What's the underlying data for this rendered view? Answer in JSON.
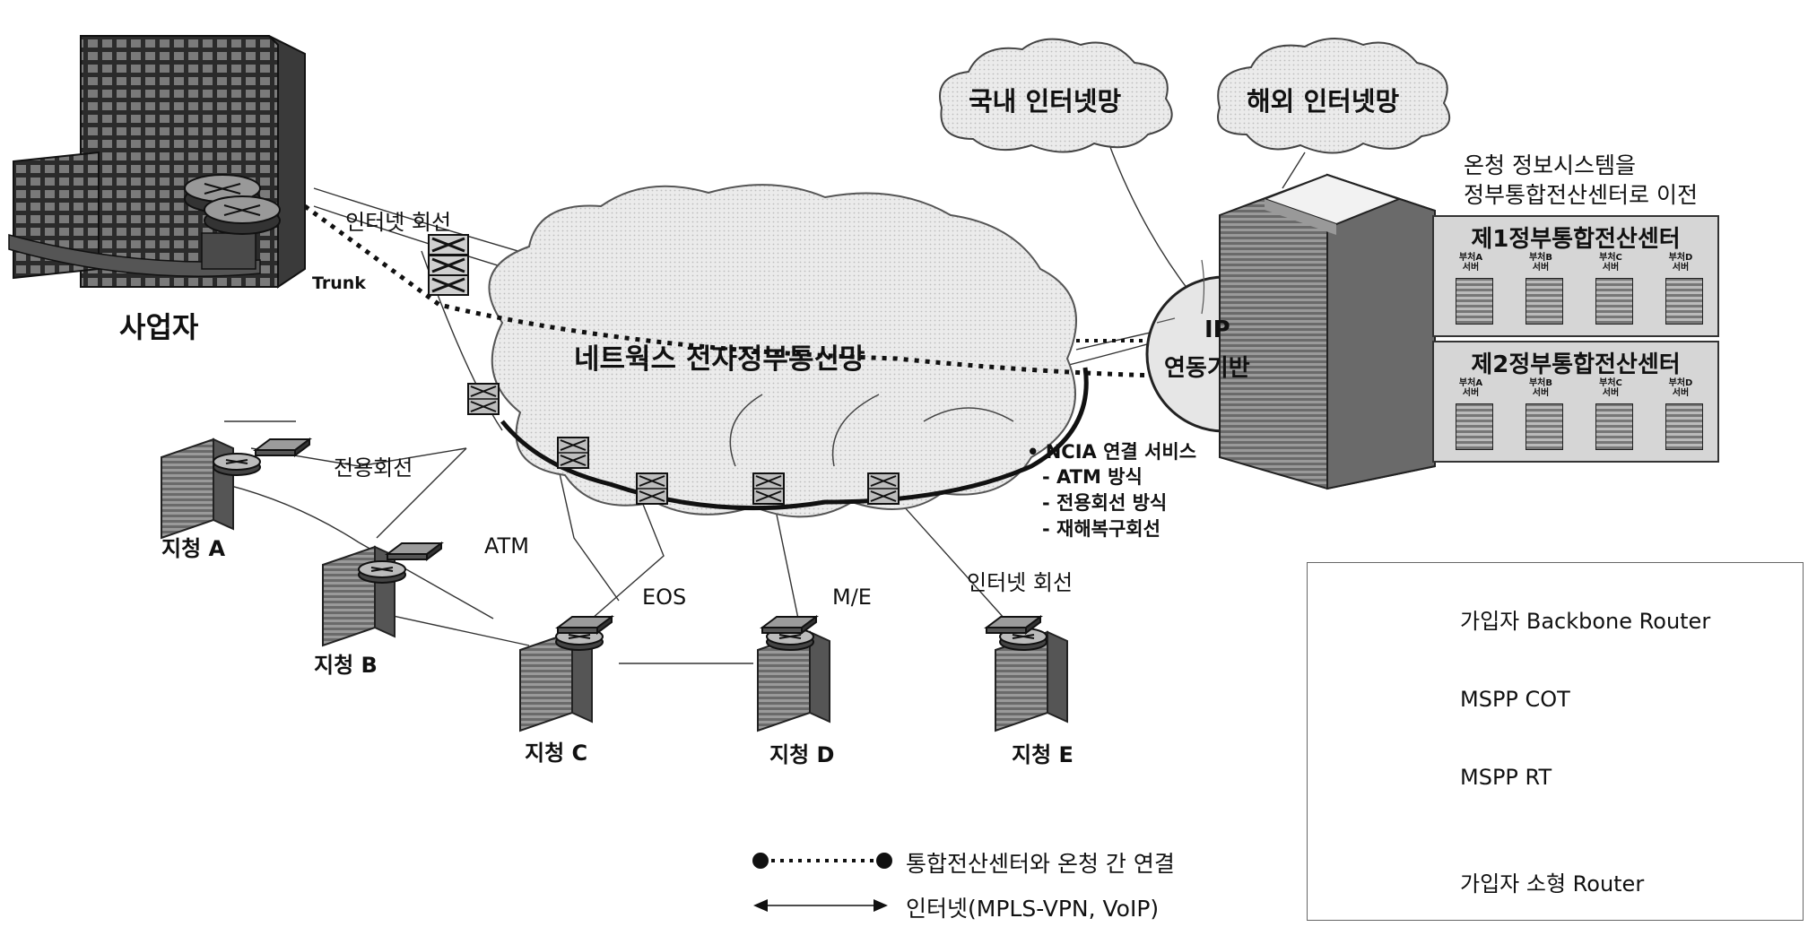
{
  "clouds": {
    "domestic": "국내 인터넷망",
    "overseas": "해외 인터넷망",
    "network": "네트웍스 전자정부통신망",
    "ip_line1": "IP",
    "ip_line2": "연동기반"
  },
  "provider_label": "사업자",
  "links": {
    "internet_top": "인터넷 회선",
    "trunk": "Trunk",
    "dedicated": "전용회선",
    "atm": "ATM",
    "eos": "EOS",
    "me": "M/E",
    "internet_bottom": "인터넷 회선"
  },
  "branches": [
    "지청 A",
    "지청 B",
    "지청 C",
    "지청 D",
    "지청 E"
  ],
  "migration_note": [
    "온청 정보시스템을",
    "정부통합전산센터로 이전"
  ],
  "datacenters": [
    {
      "title": "제1정부통합전산센터",
      "servers": [
        [
          "부처A",
          "서버"
        ],
        [
          "부처B",
          "서버"
        ],
        [
          "부처C",
          "서버"
        ],
        [
          "부처D",
          "서버"
        ]
      ]
    },
    {
      "title": "제2정부통합전산센터",
      "servers": [
        [
          "부처A",
          "서버"
        ],
        [
          "부처B",
          "서버"
        ],
        [
          "부처C",
          "서버"
        ],
        [
          "부처D",
          "서버"
        ]
      ]
    }
  ],
  "ncia_services": [
    "• NCIA 연결 서비스",
    "- ATM 방식",
    "- 전용회선 방식",
    "- 재해복구회선"
  ],
  "line_legend": {
    "dotted": "통합전산센터와 온청 간 연결",
    "arrow": "인터넷(MPLS-VPN, VoIP)"
  },
  "legend": {
    "backbone_router": "가입자 Backbone Router",
    "mspp_cot": "MSPP COT",
    "mspp_rt": "MSPP RT",
    "small_router": "가입자 소형 Router"
  }
}
